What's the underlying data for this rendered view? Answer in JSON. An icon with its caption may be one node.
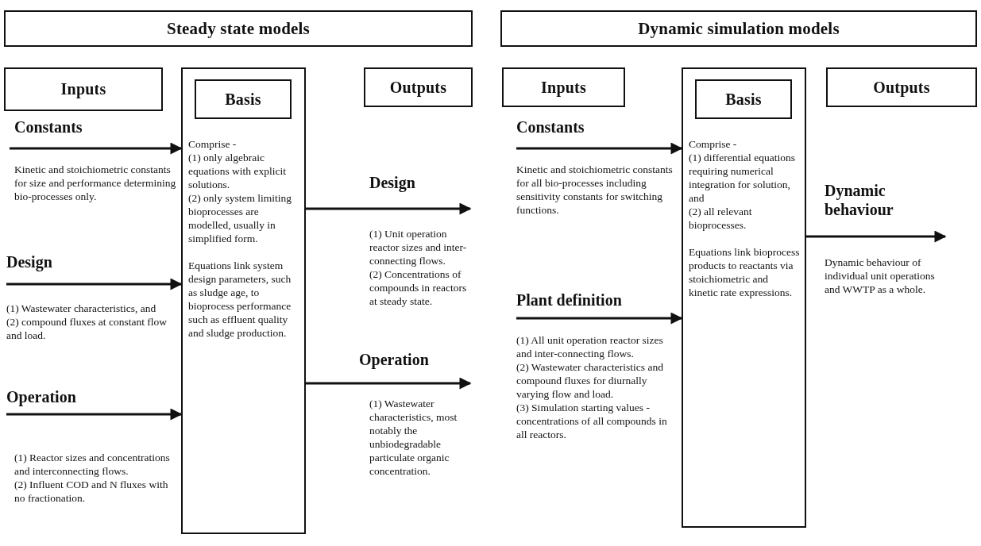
{
  "diagram": {
    "nodes": [
      {
        "text": [
          "Steady state models"
        ]
      },
      {
        "text": [
          "Inputs"
        ]
      },
      {
        "text": [
          "Comprise -",
          "(1) only algebraic equations with explicit solutions.",
          "(2) only system limiting bioprocesses are modelled, usually in simplified form.",
          "Equations link system design parameters, such as sludge age, to bioprocess performance such as effluent quality and sludge production."
        ]
      },
      {
        "text": [
          "Basis"
        ],
        "in": 2
      },
      {
        "text": [
          "Outputs"
        ]
      },
      {
        "text": [
          "Dynamic simulation models"
        ]
      },
      {
        "text": [
          "Inputs"
        ]
      },
      {
        "text": [
          "Comprise -",
          "(1) differential equations requiring numerical integration for solution, and",
          "(2) all relevant bioprocesses.",
          "Equations link bioprocess products to reactants via stoichiometric and kinetic rate expressions."
        ]
      },
      {
        "text": [
          "Basis"
        ],
        "in": 7
      },
      {
        "text": [
          "Outputs"
        ]
      }
    ],
    "edges": [
      {
        "from": null,
        "to": 2,
        "arrow": "to"
      },
      {
        "from": null,
        "to": 2,
        "arrow": "to"
      },
      {
        "from": null,
        "to": 2,
        "arrow": "to"
      },
      {
        "from": 2,
        "to": null,
        "arrow": "to"
      },
      {
        "from": 2,
        "to": null,
        "arrow": "to"
      },
      {
        "from": null,
        "to": 7,
        "arrow": "to"
      },
      {
        "from": null,
        "to": 7,
        "arrow": "to"
      },
      {
        "from": 7,
        "to": null,
        "arrow": "to"
      }
    ],
    "labels": [
      "Constants",
      "Kinetic and stoichiometric constants for size and performance determining bio-processes only.",
      "Design",
      "(1) Wastewater characteristics, and",
      "(2) compound fluxes at constant flow and load.",
      "Operation",
      "(1) Reactor sizes and concentrations and interconnecting flows.",
      "(2) Influent COD and N fluxes with no fractionation.",
      "Design",
      "(1) Unit operation reactor sizes and inter-connecting flows.",
      "(2) Concentrations of compounds in reactors at steady state.",
      "Operation",
      "(1) Wastewater characteristics, most notably the unbiodegradable particulate organic concentration.",
      "Constants",
      "Kinetic and stoichiometric constants for all bio-processes including sensitivity constants for switching functions.",
      "Plant definition",
      "(1) All unit operation reactor sizes and inter-connecting flows.",
      "(2) Wastewater characteristics and compound fluxes for diurnally varying flow and load.",
      "(3) Simulation starting values - concentrations of all compounds in all reactors.",
      "Dynamic behaviour",
      "Dynamic behaviour of individual unit operations and WWTP as a whole."
    ]
  }
}
